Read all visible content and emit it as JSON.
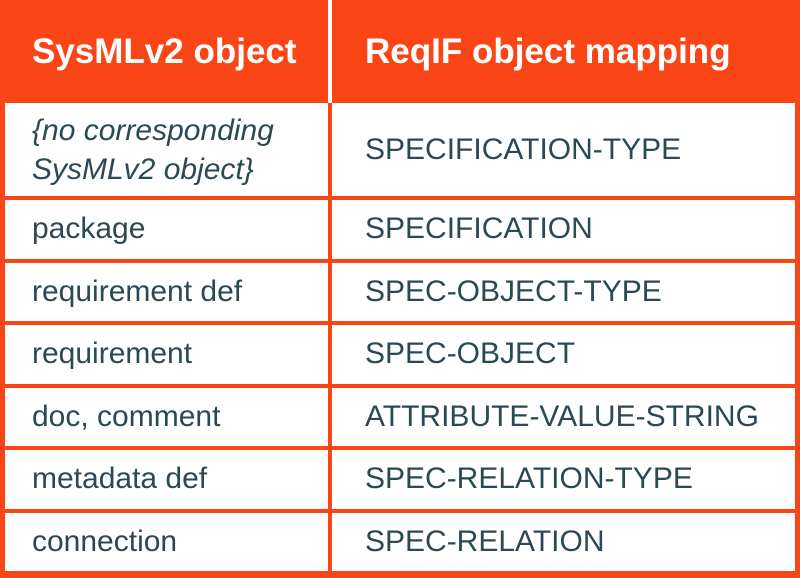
{
  "chart_data": {
    "type": "table",
    "columns": [
      "SysMLv2 object",
      "ReqIF object mapping"
    ],
    "rows": [
      [
        "{no corresponding\nSysMLv2 object}",
        "SPECIFICATION-TYPE"
      ],
      [
        "package",
        "SPECIFICATION"
      ],
      [
        "requirement def",
        "SPEC-OBJECT-TYPE"
      ],
      [
        "requirement",
        "SPEC-OBJECT"
      ],
      [
        "doc, comment",
        "ATTRIBUTE-VALUE-STRING"
      ],
      [
        "metadata def",
        "SPEC-RELATION-TYPE"
      ],
      [
        "connection",
        "SPEC-RELATION"
      ]
    ],
    "layout_hints": {
      "header_background": "orange with white divider",
      "first_row_left_cell_style": "italic, two lines",
      "grid": "orange borders between all body rows and columns"
    }
  },
  "colors": {
    "accent-orange": "#FA4616",
    "text-teal": "#2B4954",
    "header-text": "#FFFFFF",
    "cell-bg": "#FFFFFF"
  }
}
